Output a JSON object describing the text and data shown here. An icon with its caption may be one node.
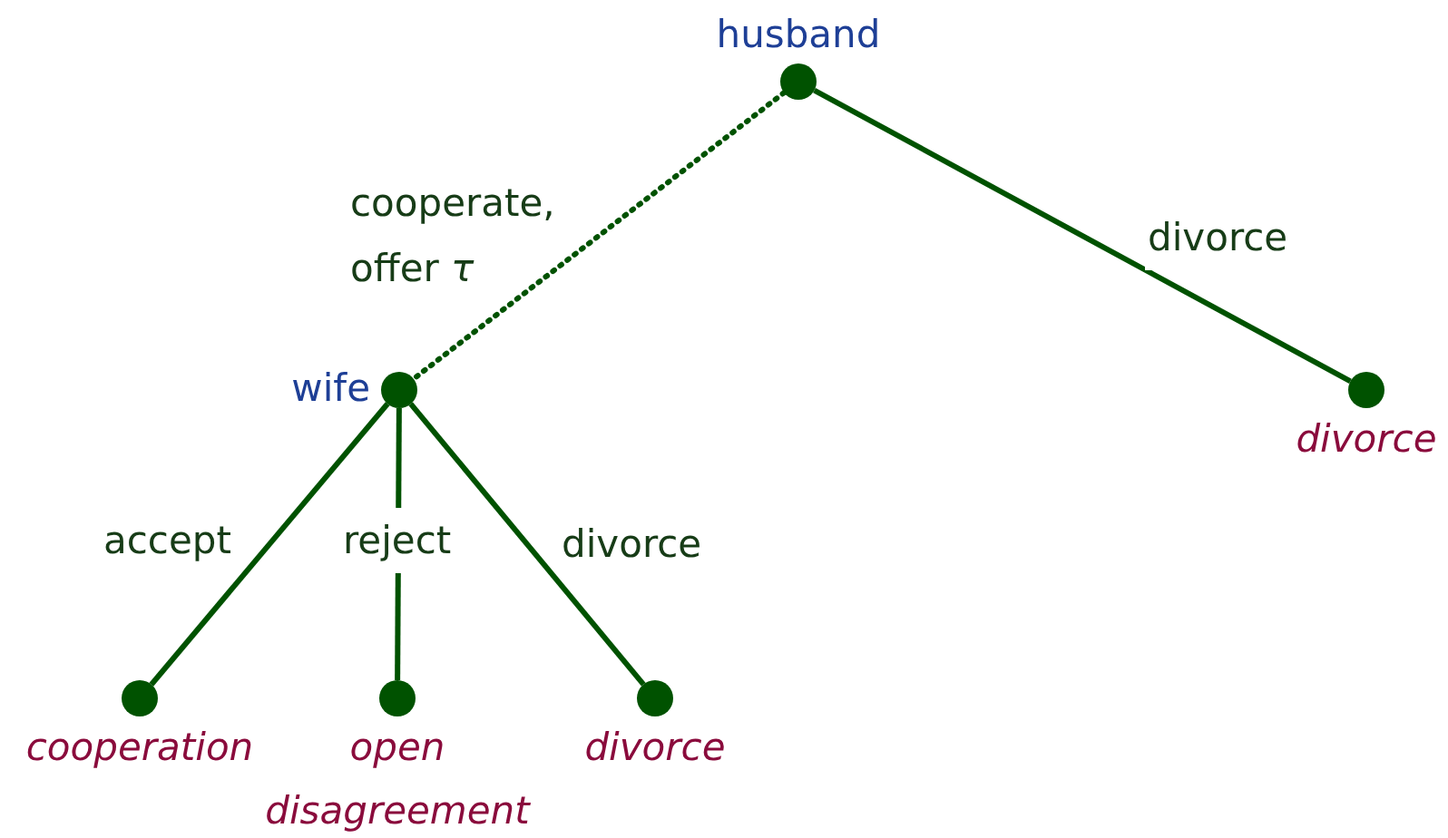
{
  "diagram": {
    "nodes": [
      {
        "text": [
          "husband"
        ]
      },
      {
        "text": [
          "wife"
        ]
      },
      {
        "text": [
          "divorce"
        ]
      },
      {
        "text": [
          "cooperation"
        ]
      },
      {
        "text": [
          "open disagreement"
        ]
      },
      {
        "text": [
          "divorce"
        ]
      }
    ],
    "edges": [
      {
        "from": 0,
        "to": 1,
        "arrow": "none",
        "label": "cooperate, offer *τ*",
        "style": "dashed"
      },
      {
        "from": 0,
        "to": 2,
        "arrow": "none",
        "label": "divorce"
      },
      {
        "from": 1,
        "to": 3,
        "arrow": "none",
        "label": "accept"
      },
      {
        "from": 1,
        "to": 4,
        "arrow": "none",
        "label": "reject"
      },
      {
        "from": 1,
        "to": 5,
        "arrow": "none",
        "label": "divorce"
      }
    ]
  }
}
